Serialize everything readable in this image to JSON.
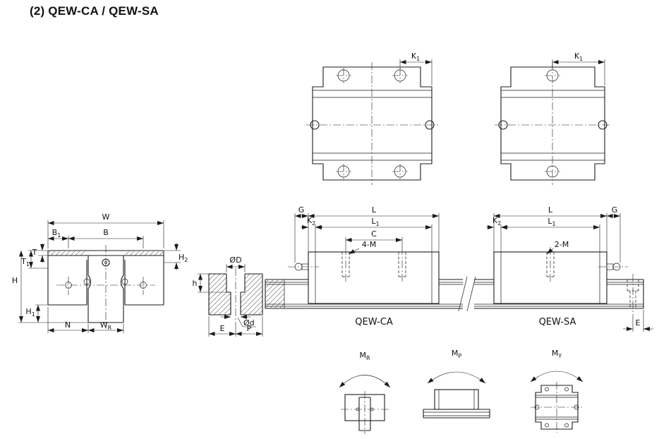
{
  "title": "(2) QEW-CA / QEW-SA",
  "models": {
    "ca": "QEW-CA",
    "sa": "QEW-SA"
  },
  "dims": {
    "K": "K",
    "L": "L",
    "B": "B",
    "C": "C",
    "E": "E",
    "G": "G",
    "H": "H",
    "N": "N",
    "P": "P",
    "T": "T",
    "W": "W",
    "M": "M",
    "h": "h",
    "sub1": "1",
    "sub2": "2",
    "subR": "R",
    "subP": "P",
    "subY": "Y",
    "diaD": "ØD",
    "diad": "Ød",
    "mountCa": "4-M",
    "mountSa": "2-M"
  }
}
